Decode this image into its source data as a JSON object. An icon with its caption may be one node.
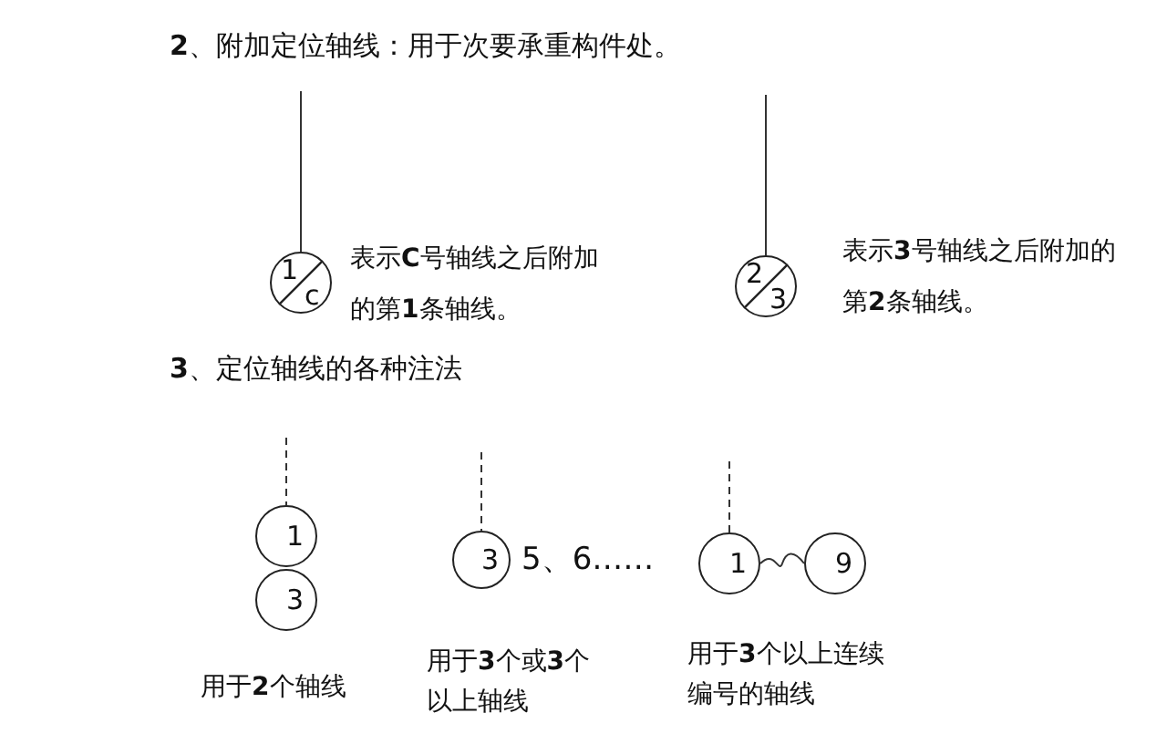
{
  "diagram": {
    "nodes": [
      {
        "text": [
          "1",
          "c"
        ],
        "beside": [
          "表示**C**号轴线之后附加的第**1**条轴线。"
        ]
      },
      {
        "text": [
          "2",
          "3"
        ],
        "beside": [
          "表示**3**号轴线之后附加的第**2**条轴线。"
        ]
      },
      {
        "text": [
          "1"
        ]
      },
      {
        "text": [
          "3"
        ]
      },
      {
        "text": [
          "3"
        ]
      },
      {
        "text": [
          "1"
        ]
      },
      {
        "text": [
          "9"
        ]
      }
    ],
    "edges": [
      {
        "from": null,
        "to": 0,
        "arrow": "none"
      },
      {
        "from": null,
        "to": 1,
        "arrow": "none"
      },
      {
        "from": null,
        "to": 2,
        "arrow": "none",
        "style": "dashed"
      },
      {
        "from": null,
        "to": 4,
        "arrow": "none",
        "style": "dashed"
      },
      {
        "from": null,
        "to": 5,
        "arrow": "none",
        "style": "dashed"
      },
      {
        "from": 5,
        "to": 6,
        "arrow": "none"
      }
    ],
    "labels": [
      "**2**、附加定位轴线：用于次要承重构件处。",
      "**3**、定位轴线的各种注法",
      "5、6……",
      "用于**2**个轴线",
      "用于**3**个或**3**个以上轴线",
      "用于**3**个以上连续编号的轴线"
    ]
  }
}
